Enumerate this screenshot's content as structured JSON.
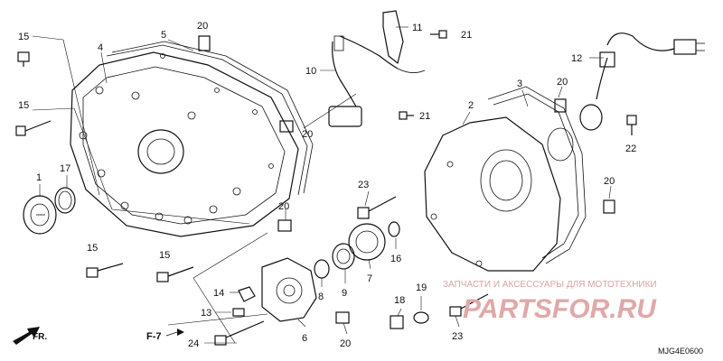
{
  "callouts": [
    {
      "id": "c15a",
      "text": "15"
    },
    {
      "id": "c4",
      "text": "4"
    },
    {
      "id": "c5",
      "text": "5"
    },
    {
      "id": "c20a",
      "text": "20"
    },
    {
      "id": "c15b",
      "text": "15"
    },
    {
      "id": "c1",
      "text": "1"
    },
    {
      "id": "c17",
      "text": "17"
    },
    {
      "id": "c11",
      "text": "11"
    },
    {
      "id": "c21a",
      "text": "21"
    },
    {
      "id": "c10",
      "text": "10"
    },
    {
      "id": "c21b",
      "text": "21"
    },
    {
      "id": "c20b",
      "text": "20"
    },
    {
      "id": "c2",
      "text": "2"
    },
    {
      "id": "c3",
      "text": "3"
    },
    {
      "id": "c20c",
      "text": "20"
    },
    {
      "id": "c12",
      "text": "12"
    },
    {
      "id": "c22",
      "text": "22"
    },
    {
      "id": "c23a",
      "text": "23"
    },
    {
      "id": "c20d",
      "text": "20"
    },
    {
      "id": "c20e",
      "text": "20"
    },
    {
      "id": "c16",
      "text": "16"
    },
    {
      "id": "c15c",
      "text": "15"
    },
    {
      "id": "c15d",
      "text": "15"
    },
    {
      "id": "c14",
      "text": "14"
    },
    {
      "id": "c8",
      "text": "8"
    },
    {
      "id": "c9",
      "text": "9"
    },
    {
      "id": "c7",
      "text": "7"
    },
    {
      "id": "c13",
      "text": "13"
    },
    {
      "id": "c18",
      "text": "18"
    },
    {
      "id": "c19",
      "text": "19"
    },
    {
      "id": "c23b",
      "text": "23"
    },
    {
      "id": "c24",
      "text": "24"
    },
    {
      "id": "c6",
      "text": "6"
    },
    {
      "id": "c20f",
      "text": "20"
    }
  ],
  "ref_label": "F-7",
  "direction_label": "FR.",
  "diagram_code": "MJG4E0600",
  "watermark": {
    "caption": "ЗАПЧАСТИ И АКСЕССУАРЫ ДЛЯ МОТОТЕХНИКИ",
    "brand": "PARTSFOR.RU"
  }
}
